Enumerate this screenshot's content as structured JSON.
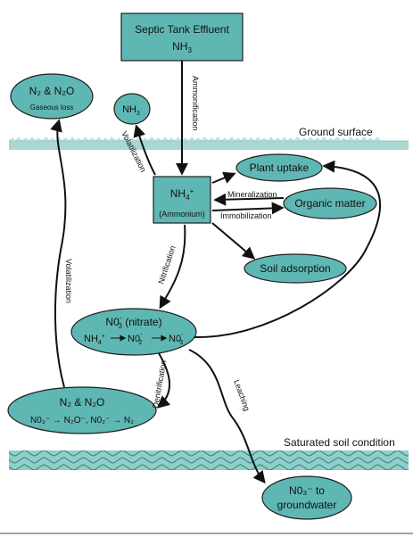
{
  "boxes": {
    "effluent": {
      "line1": "Septic Tank Effluent",
      "line2": "NH",
      "line2_sub": "3"
    },
    "ammonium": {
      "line1": "NH",
      "line1_sub": "4",
      "line1_sup": "+",
      "line2": "(Ammonium)"
    }
  },
  "nodes": {
    "gaseous_loss": {
      "formula": "N₂ & N₂O",
      "label": "Gaseous loss"
    },
    "nh3": {
      "text": "NH",
      "sub": "3"
    },
    "plant_uptake": "Plant uptake",
    "organic_matter": "Organic matter",
    "soil_adsorption": "Soil adsorption",
    "nitrate": {
      "title_pre": "N0",
      "title_sub": "3",
      "title_sup": "-",
      "title_post": " (nitrate)"
    },
    "nitrate_chain": {
      "a": "NH",
      "a_sub": "4",
      "a_sup": "+",
      "b": "N0",
      "b_sub": "2",
      "b_sup": "-",
      "c": "N0",
      "c_sub": "3",
      "c_sup": "-"
    },
    "denit": {
      "title": "N₂ & N₂O",
      "seq": "N0₃⁻ → N₂O⁻, N0₂⁻ → N₂"
    },
    "groundwater": {
      "line1": "N0₃⁻ to",
      "line2": "groundwater"
    }
  },
  "edges": {
    "ammonification": "Ammonification",
    "volatilization_top": "Volatilization",
    "mineralization": "Mineralization",
    "immobilization": "Immobilization",
    "nitrification": "Nitrification",
    "denitrification": "Denitrification",
    "leaching": "Leaching",
    "volatilization_left": "Volatilization"
  },
  "layers": {
    "ground_surface": "Ground surface",
    "saturated_soil": "Saturated soil condition"
  },
  "colors": {
    "fill": "#5fb7b3",
    "stroke": "#1e1e1e",
    "ground": "#a9d8d2",
    "saturated": "#8fcfca"
  }
}
